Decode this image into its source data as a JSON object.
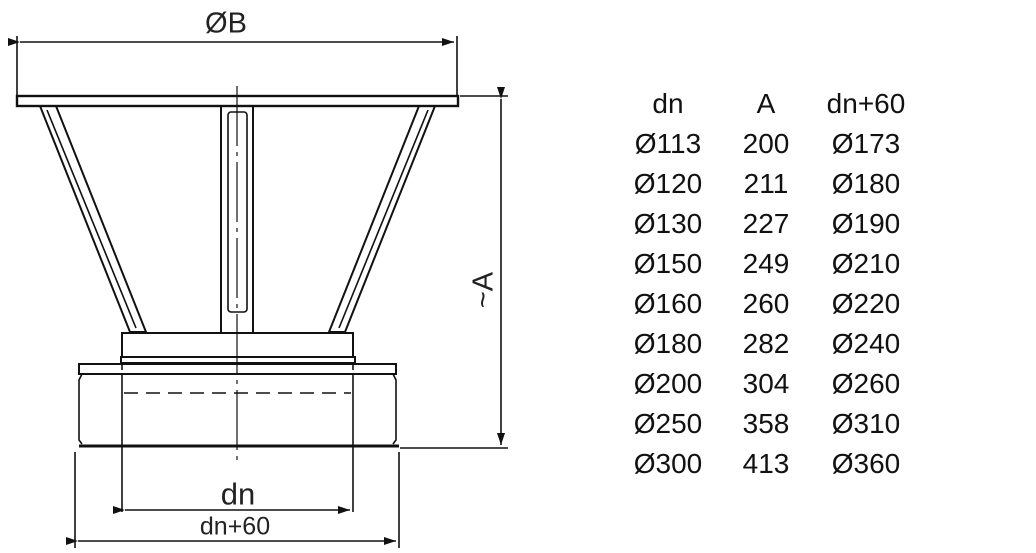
{
  "drawing": {
    "label_diameter_b": "ØB",
    "label_height_a": "~A",
    "label_dn": "dn",
    "label_dn60": "dn+60"
  },
  "table": {
    "headers": [
      "dn",
      "A",
      "dn+60"
    ],
    "rows": [
      [
        "Ø113",
        "200",
        "Ø173"
      ],
      [
        "Ø120",
        "211",
        "Ø180"
      ],
      [
        "Ø130",
        "227",
        "Ø190"
      ],
      [
        "Ø150",
        "249",
        "Ø210"
      ],
      [
        "Ø160",
        "260",
        "Ø220"
      ],
      [
        "Ø180",
        "282",
        "Ø240"
      ],
      [
        "Ø200",
        "304",
        "Ø260"
      ],
      [
        "Ø250",
        "358",
        "Ø310"
      ],
      [
        "Ø300",
        "413",
        "Ø360"
      ]
    ]
  }
}
